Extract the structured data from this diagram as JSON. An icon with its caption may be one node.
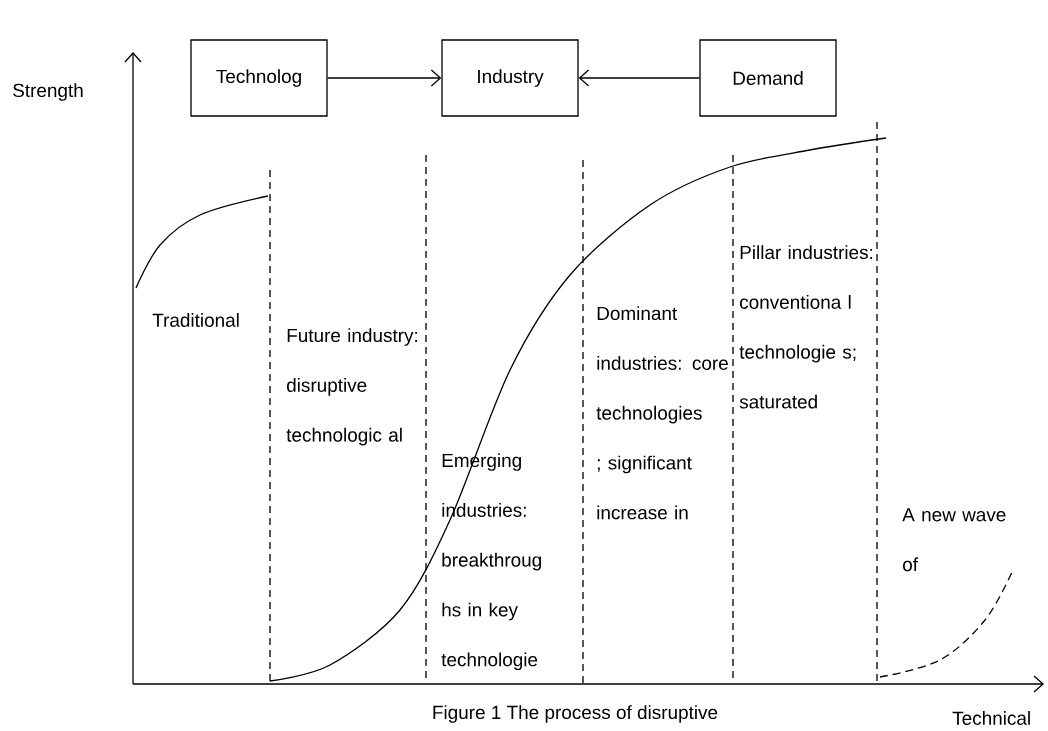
{
  "diagram": {
    "caption": "Figure 1 The process of disruptive",
    "nodes": [
      {
        "text": [
          "Technolog"
        ]
      },
      {
        "text": [
          "Industry"
        ]
      },
      {
        "text": [
          "Demand"
        ]
      }
    ],
    "edges": [
      {
        "from": 0,
        "to": 1,
        "arrow": "to"
      },
      {
        "from": 2,
        "to": 1,
        "arrow": "to"
      }
    ],
    "labels": [
      "Strength",
      "Traditional",
      "Future industry: disruptive technologic al",
      "Dominant industries: core technologies ; significant increase in",
      "Pillar industries: conventiona l technologie s; saturated",
      "Emerging industries: breakthroug hs in key technologie",
      "A new wave of",
      "Technical"
    ]
  }
}
